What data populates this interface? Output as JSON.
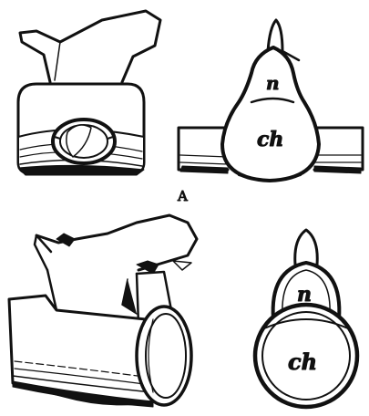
{
  "figure": {
    "caption": "A",
    "labels": {
      "top_neural": "n",
      "top_chorda": "ch",
      "bottom_neural": "n",
      "bottom_chorda": "ch"
    }
  }
}
